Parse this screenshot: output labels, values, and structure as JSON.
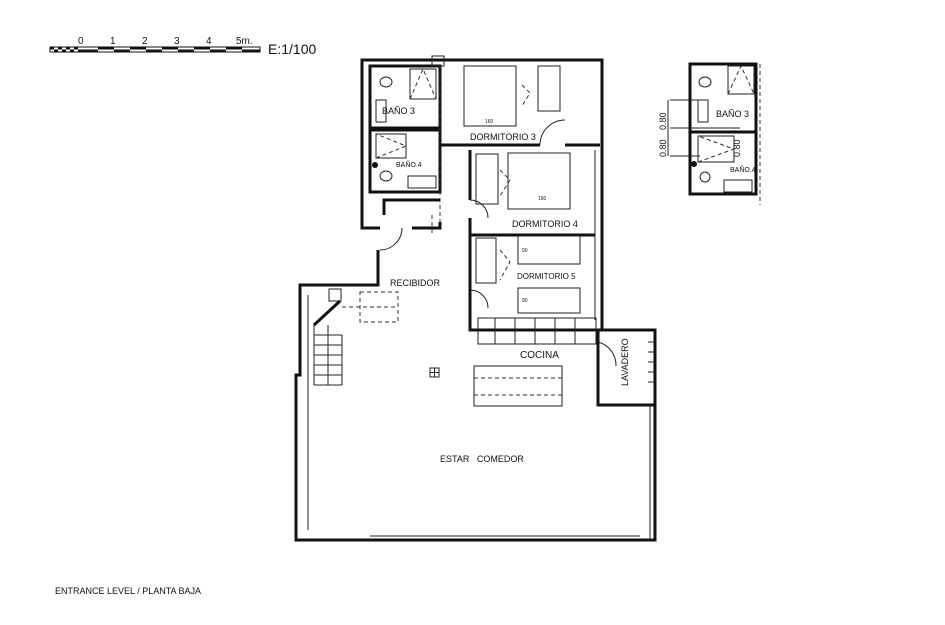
{
  "scale_bar": {
    "ticks": [
      "0",
      "1",
      "2",
      "3",
      "4",
      "5m."
    ],
    "ratio": "E:1/100"
  },
  "rooms": {
    "bano3": "BAÑO 3",
    "bano4": "BAÑO.4",
    "dorm3": "DORMITORIO 3",
    "dorm4": "DORMITORIO 4",
    "dorm5": "DORMITORIO 5",
    "recibidor": "RECIBIDOR",
    "cocina": "COCINA",
    "lavadero": "LAVADERO",
    "estar": "ESTAR   COMEDOR"
  },
  "beds": {
    "dorm3": "160",
    "dorm4": "160",
    "dorm5a": "90",
    "dorm5b": "90"
  },
  "detail": {
    "bano3": "BAÑO 3",
    "bano4": "BAÑO.4",
    "dims": [
      "0.80",
      "0.80",
      "0.80"
    ]
  },
  "caption": "ENTRANCE LEVEL / PLANTA BAJA"
}
